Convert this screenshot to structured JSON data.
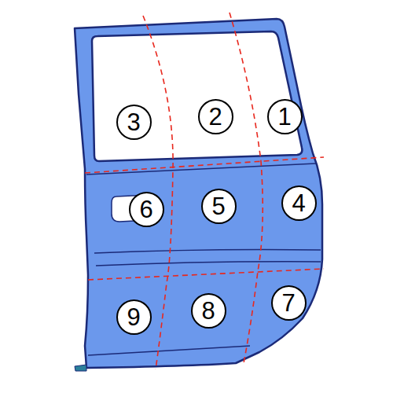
{
  "diagram": {
    "nodes": [
      {
        "text": [
          "3"
        ]
      },
      {
        "text": [
          "2"
        ]
      },
      {
        "text": [
          "1"
        ]
      },
      {
        "text": [
          "6"
        ]
      },
      {
        "text": [
          "5"
        ]
      },
      {
        "text": [
          "4"
        ]
      },
      {
        "text": [
          "9"
        ]
      },
      {
        "text": [
          "8"
        ]
      },
      {
        "text": [
          "7"
        ]
      }
    ]
  }
}
